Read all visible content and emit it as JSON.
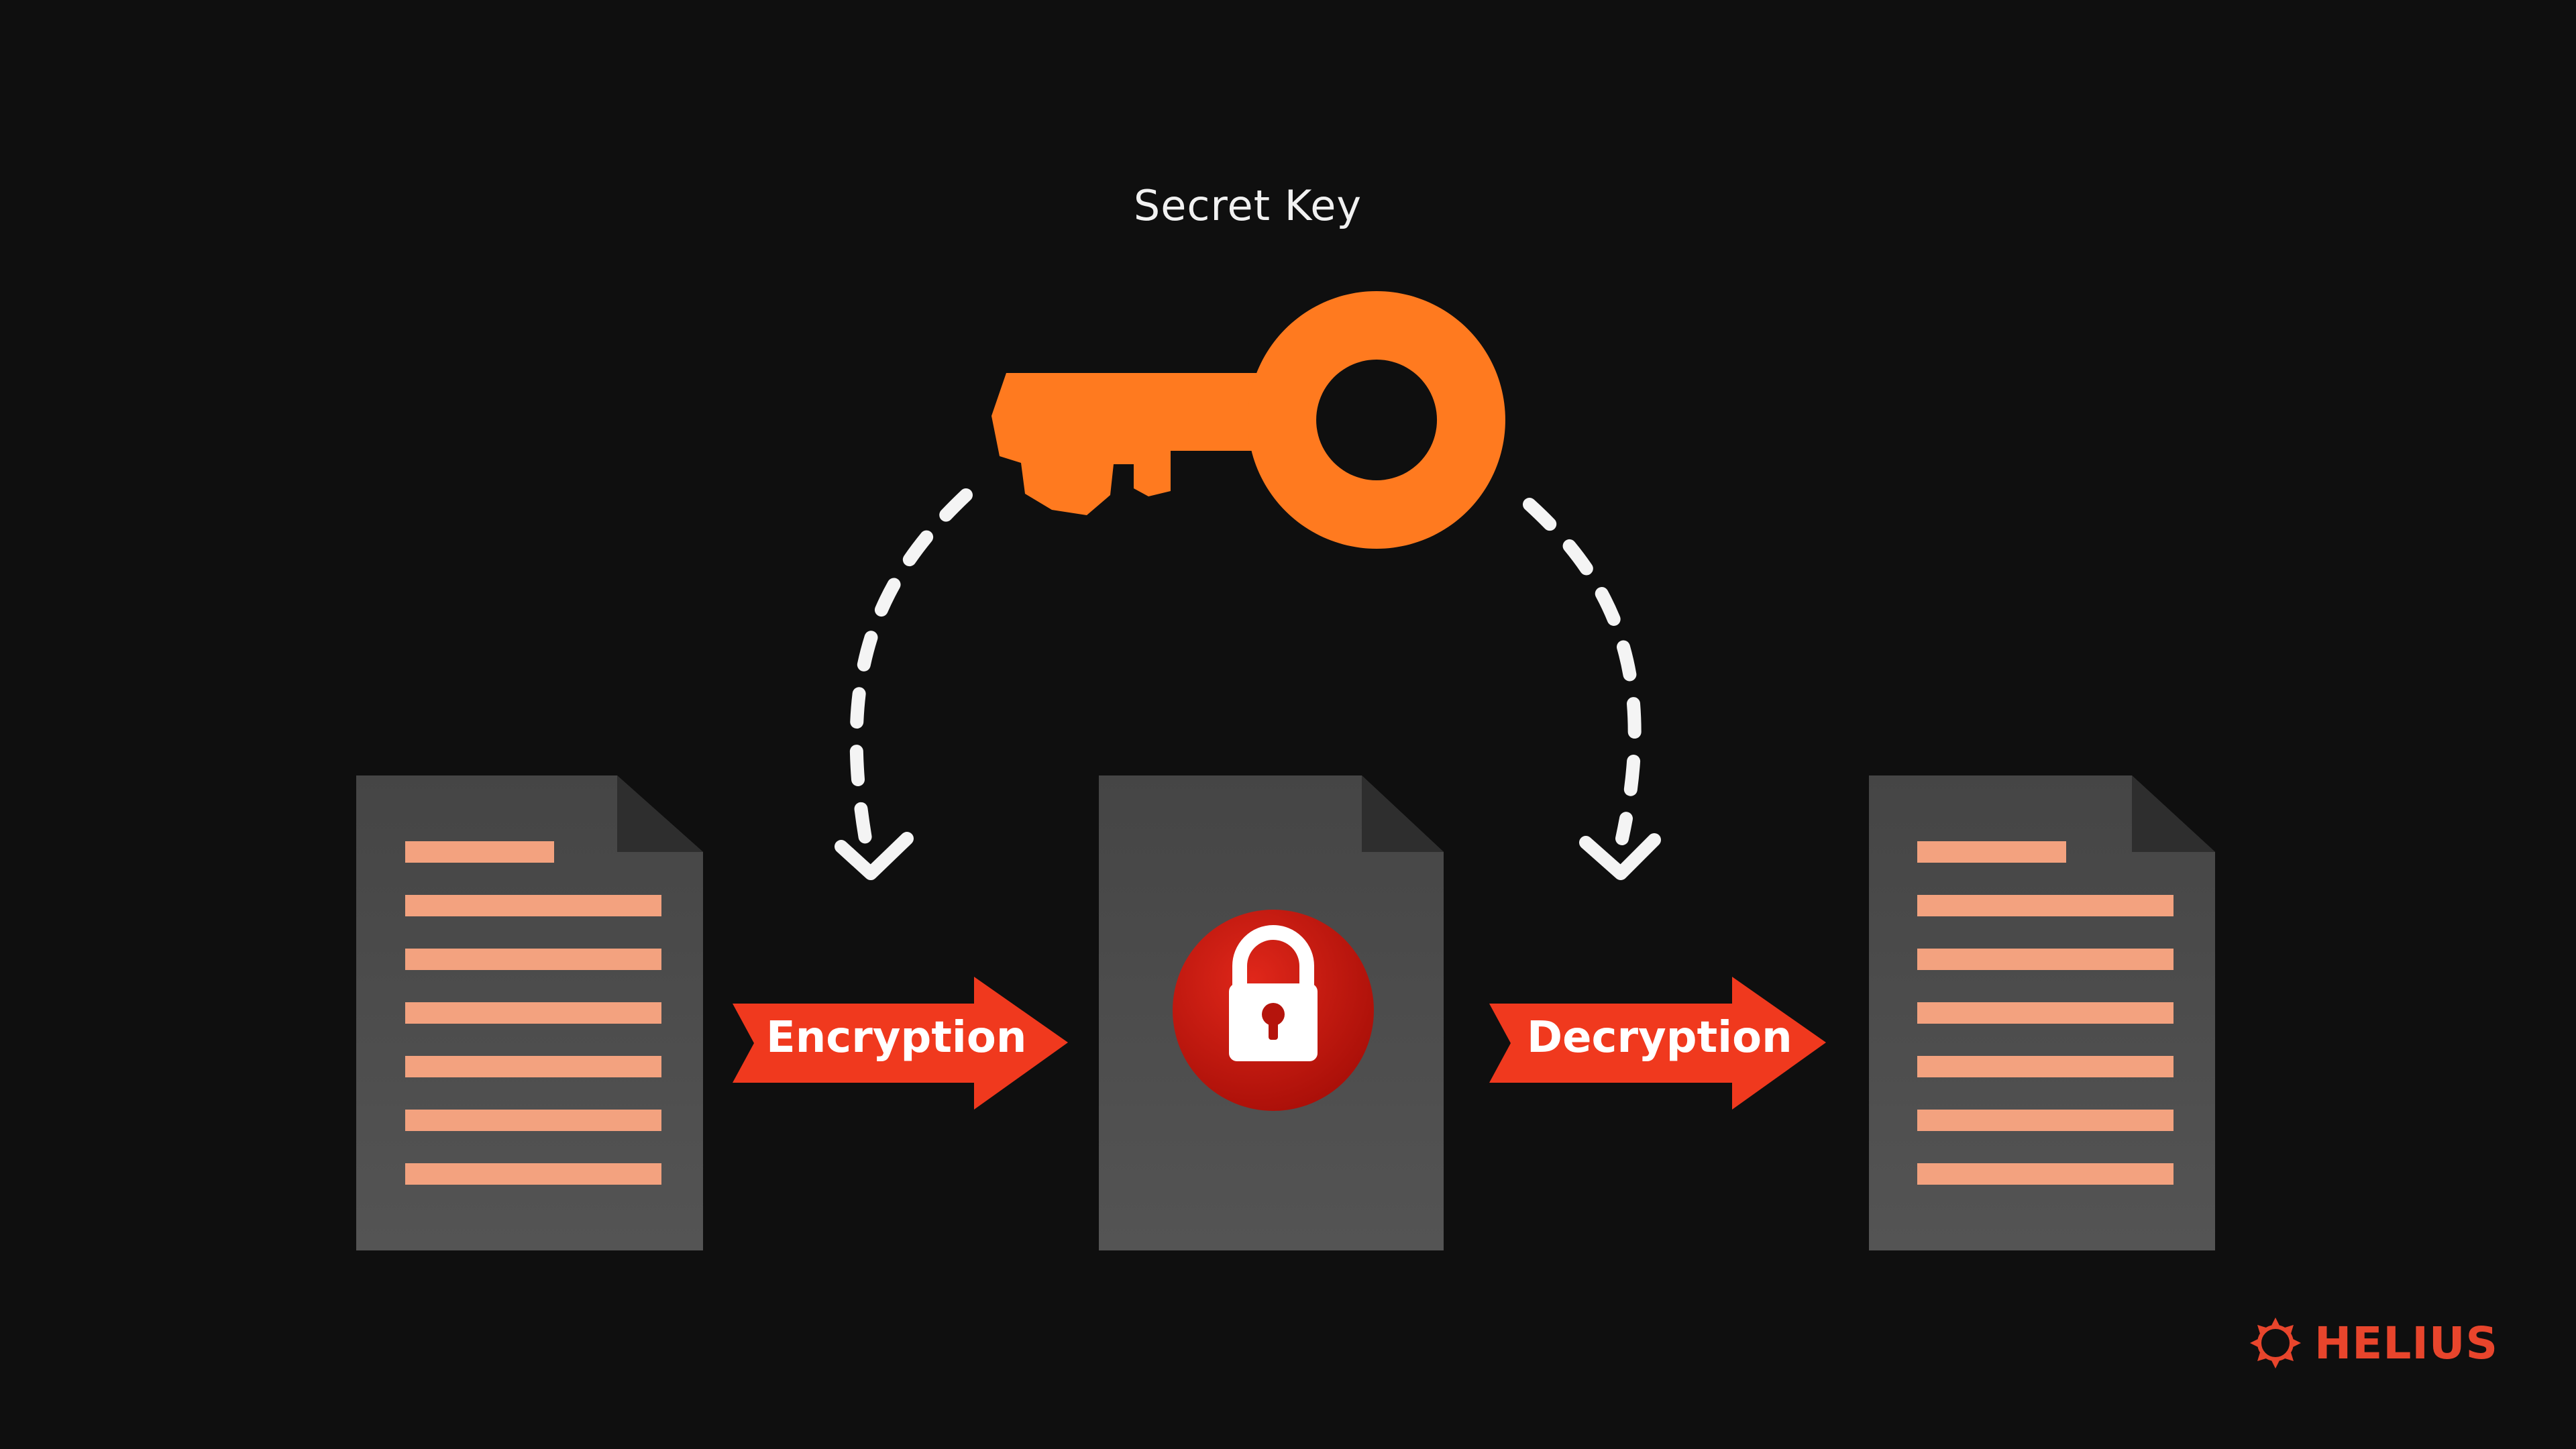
{
  "diagram": {
    "caption": "Secret Key",
    "steps": {
      "encrypt": "Encryption",
      "decrypt": "Decryption"
    }
  },
  "brand": {
    "name": "HELIUS"
  },
  "colors": {
    "background": "#0f0f0f",
    "document": "#4a4a4a",
    "document_fold": "#2e2e2e",
    "text_line": "#f3a27f",
    "key": "#ff7a1f",
    "arrow": "#f0391e",
    "lock_circle": "#c8180f",
    "dashed_path": "#f4f4f4",
    "brand": "#e8452c"
  },
  "icons": {
    "key": "key-icon",
    "lock": "padlock-icon",
    "brand_logo": "helius-logo-icon"
  }
}
